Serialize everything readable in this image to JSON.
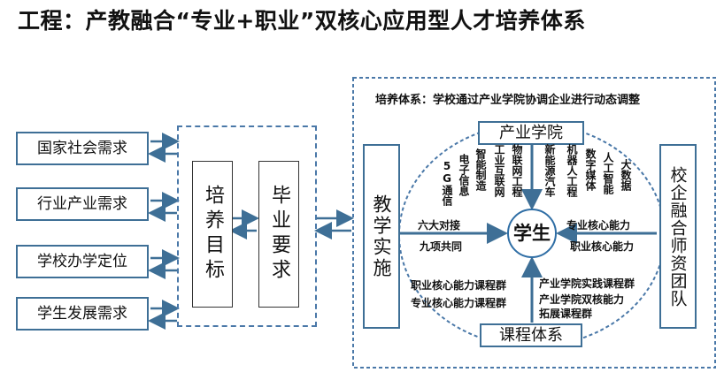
{
  "title": "工程：产教融合“专业+职业”双核心应用型人才培养体系",
  "needs": [
    "国家社会需求",
    "行业产业需求",
    "学校办学定位",
    "学生发展需求"
  ],
  "goal_box": "培养目标",
  "grad_box": "毕业要求",
  "system_title": "培养体系：学校通过产业学院协调企业进行动态调整",
  "industry_college": "产业学院",
  "teaching": "教学实施",
  "coop_team": "校企融合师资团队",
  "curriculum": "课程体系",
  "student": "学生",
  "fields": [
    "5G通信",
    "电子信息",
    "智能制造",
    "工业互联网",
    "物联网工程",
    "新能源汽车",
    "机器人工程",
    "数字媒体",
    "人工智能",
    "大数据"
  ],
  "left_labels": [
    "六大对接",
    "九项共同"
  ],
  "right_labels": [
    "专业核心能力",
    "职业核心能力"
  ],
  "bottom_left": [
    "职业核心能力课程群",
    "专业核心能力课程群"
  ],
  "bottom_right": [
    "产业学院实践课程群",
    "产业学院双核能力",
    "拓展课程群"
  ]
}
